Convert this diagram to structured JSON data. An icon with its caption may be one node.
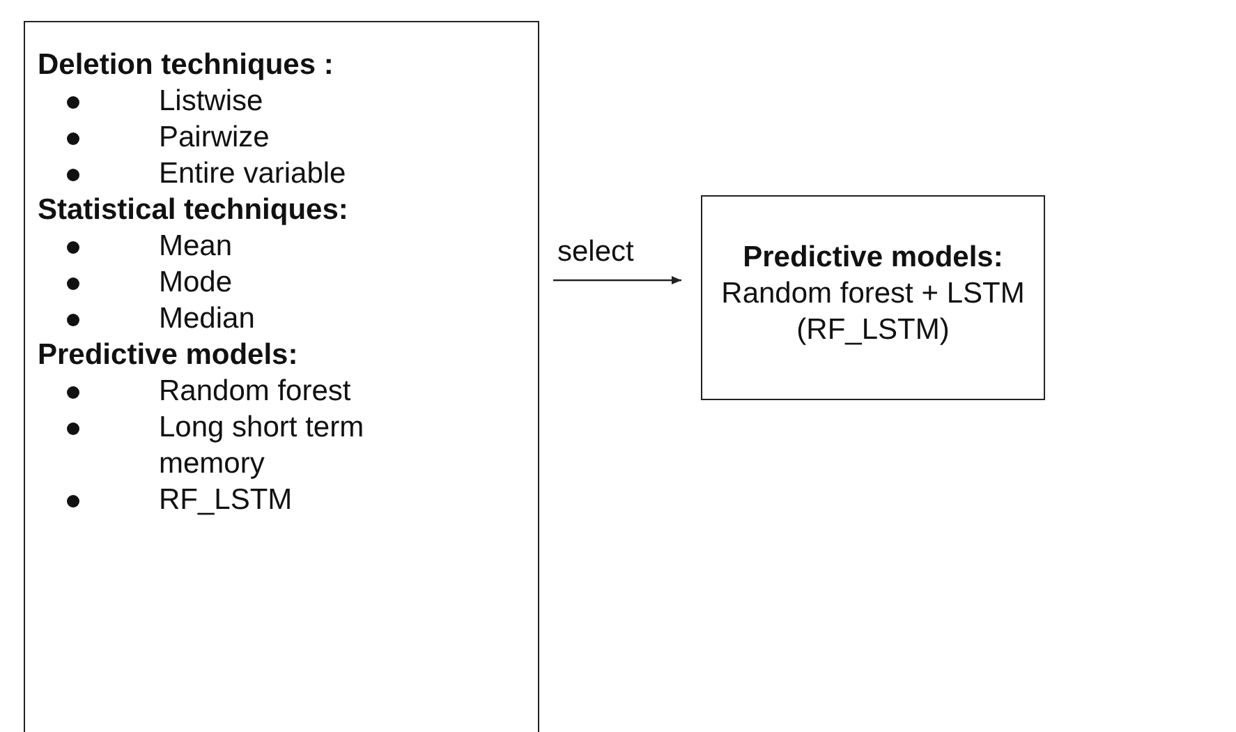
{
  "diagram": {
    "nodes": [
      {
        "text": [
          "Deletion techniques :",
          "Listwise",
          "Pairwize",
          "Entire variable",
          "Statistical techniques:",
          "Mean",
          "Mode",
          "Median",
          "Predictive models:",
          "Random forest",
          "Long short term memory",
          "RF_LSTM"
        ]
      },
      {
        "text": [
          "Predictive models:",
          "Random forest + LSTM (RF_LSTM)"
        ]
      }
    ],
    "edges": [
      {
        "from": 0,
        "to": 1,
        "arrow": "to",
        "label": "select"
      }
    ]
  }
}
